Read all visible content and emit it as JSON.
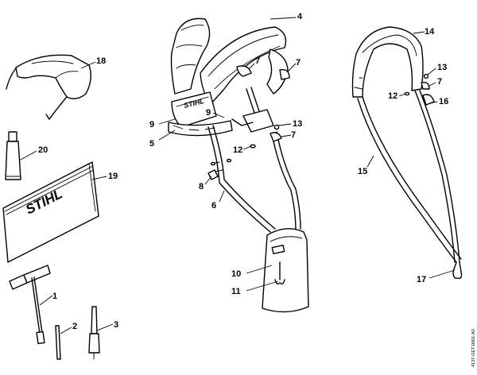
{
  "brand": "STIHL",
  "doc_id": "4137-GET-0001-A0",
  "callouts": {
    "c1": "1",
    "c2": "2",
    "c3": "3",
    "c4": "4",
    "c5": "5",
    "c6": "6",
    "c7a": "7",
    "c7b": "7",
    "c7c": "7",
    "c7d": "7",
    "c8": "8",
    "c9a": "9",
    "c9b": "9",
    "c10": "10",
    "c11": "11",
    "c12a": "12",
    "c12b": "12",
    "c13a": "13",
    "c13b": "13",
    "c14": "14",
    "c15": "15",
    "c16": "16",
    "c17": "17",
    "c18": "18",
    "c19": "19",
    "c20": "20"
  }
}
